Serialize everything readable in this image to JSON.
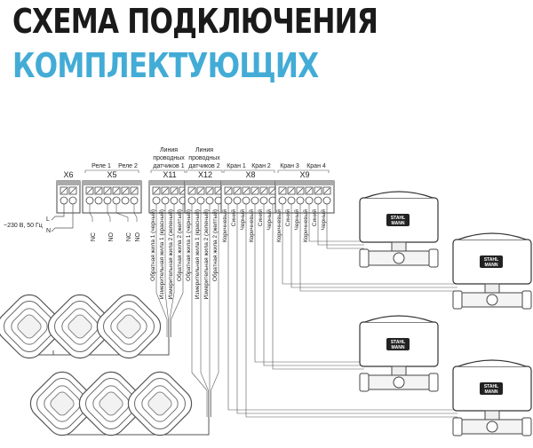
{
  "title": {
    "line1": "СХЕМА ПОДКЛЮЧЕНИЯ",
    "line2": "КОМПЛЕКТУЮЩИХ"
  },
  "colors": {
    "accent": "#43acd6",
    "text": "#1a1a1a"
  },
  "power_label": "~230 В, 50 Гц",
  "power_L": "L",
  "power_N": "N",
  "blocks": {
    "x6": "X6",
    "x5": "X5",
    "x11": "X11",
    "x12": "X12",
    "x8": "X8",
    "x9": "X9"
  },
  "groups": {
    "rele1": "Реле 1",
    "rele2": "Реле 2",
    "line1": [
      "Линия",
      "проводных",
      "датчиков 1"
    ],
    "line2": [
      "Линия",
      "проводных",
      "датчиков 2"
    ],
    "kran1": "Кран 1",
    "kran2": "Кран 2",
    "kran3": "Кран 3",
    "kran4": "Кран 4"
  },
  "relay_contacts": [
    "NC",
    "NO",
    "NC",
    "NO"
  ],
  "sensor_wires": [
    "Обратная жила 1 (черный)",
    "Измерительная жила 1 (красный)",
    "Измерительная жила 2 (зеленый)",
    "Обратная жила 2 (желтый)"
  ],
  "valve_wires": [
    "Коричневый",
    "Синий",
    "Черный"
  ],
  "valve_brand": [
    "STAHL",
    "MANN"
  ]
}
